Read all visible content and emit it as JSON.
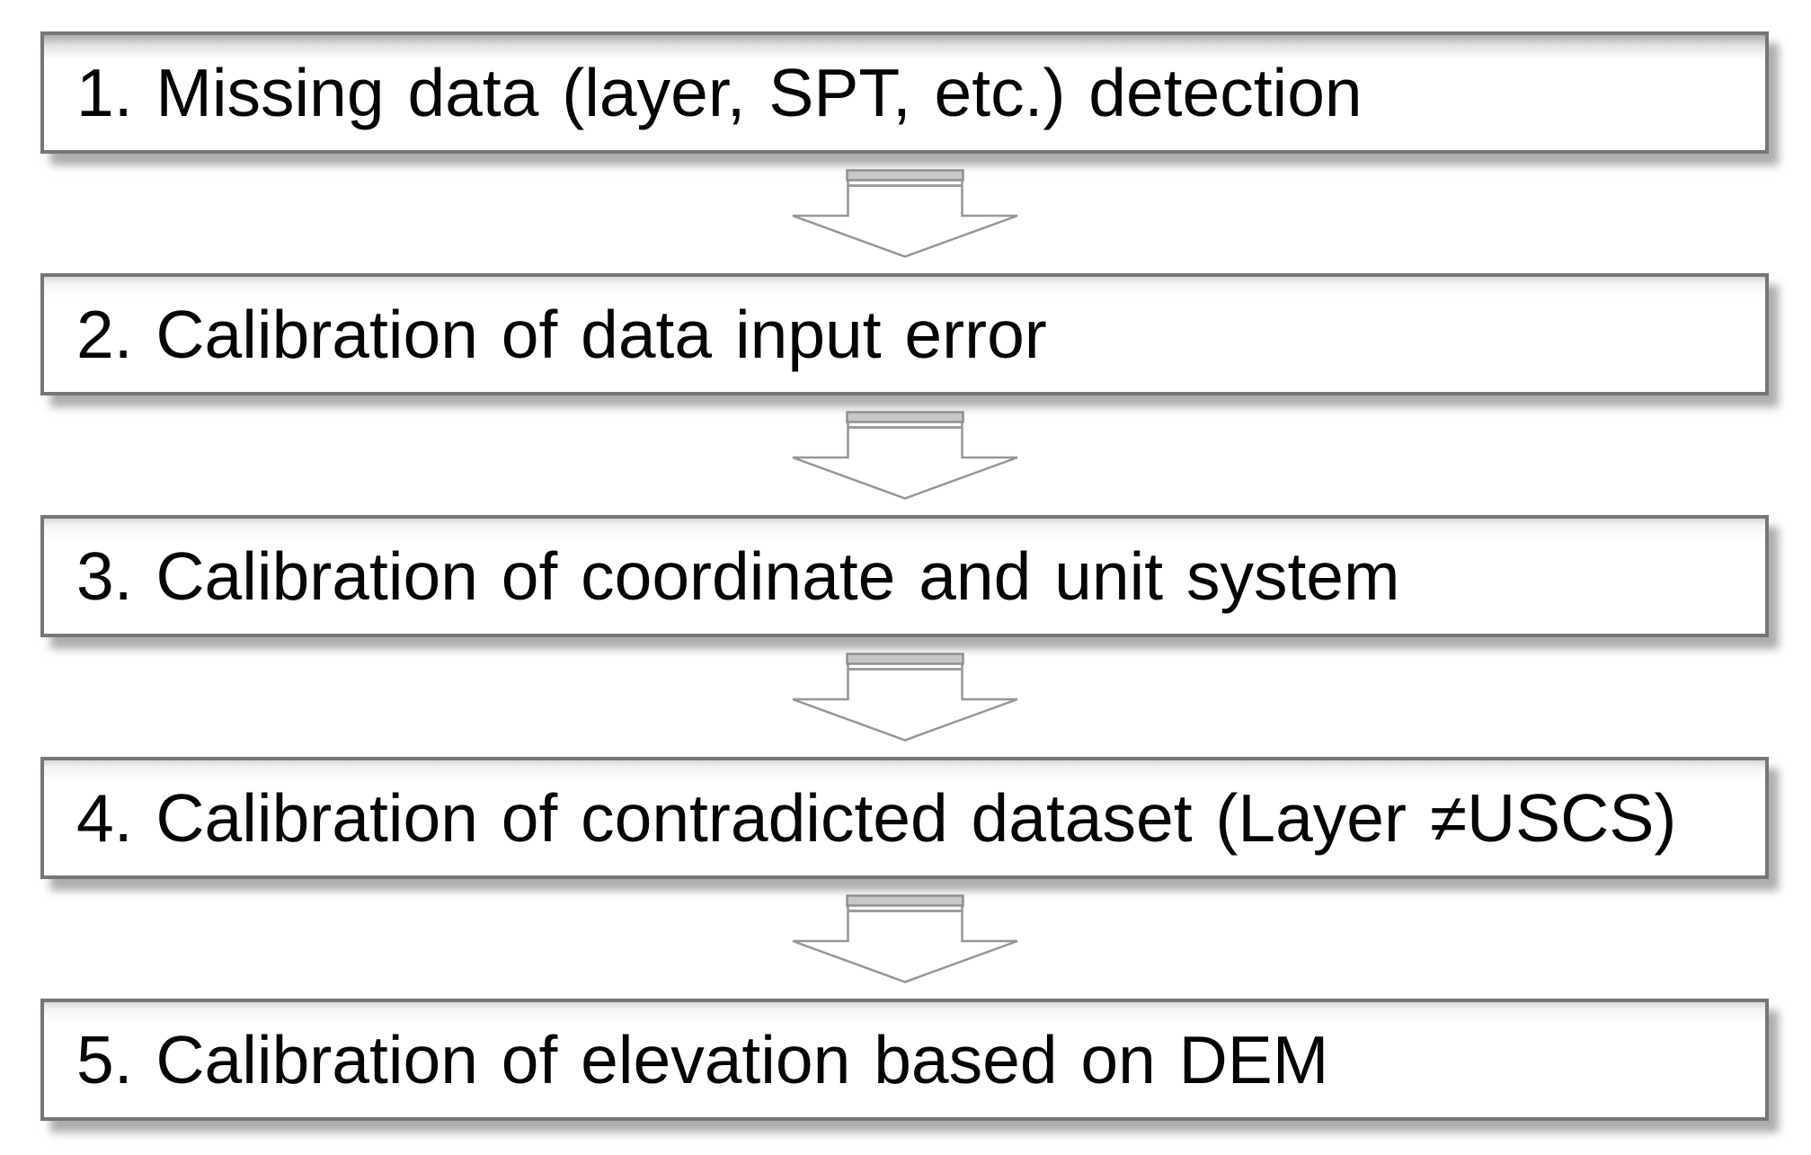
{
  "flowchart": {
    "steps": [
      {
        "label": "1. Missing data (layer, SPT, etc.) detection"
      },
      {
        "label": "2. Calibration of data input error"
      },
      {
        "label": "3. Calibration of coordinate and unit system"
      },
      {
        "label": "4. Calibration of contradicted dataset (Layer ≠USCS)"
      },
      {
        "label": "5. Calibration of elevation based on DEM"
      }
    ],
    "connector_icon": "down-arrow",
    "colors": {
      "background": "#ffffff",
      "box_fill": "#ffffff",
      "box_border": "#767676",
      "box_shadow": "#696969",
      "text": "#050505",
      "arrow_outline": "#969696",
      "arrow_band_fill": "#c7c7c7",
      "arrow_band_line": "#9c9c9c"
    }
  }
}
